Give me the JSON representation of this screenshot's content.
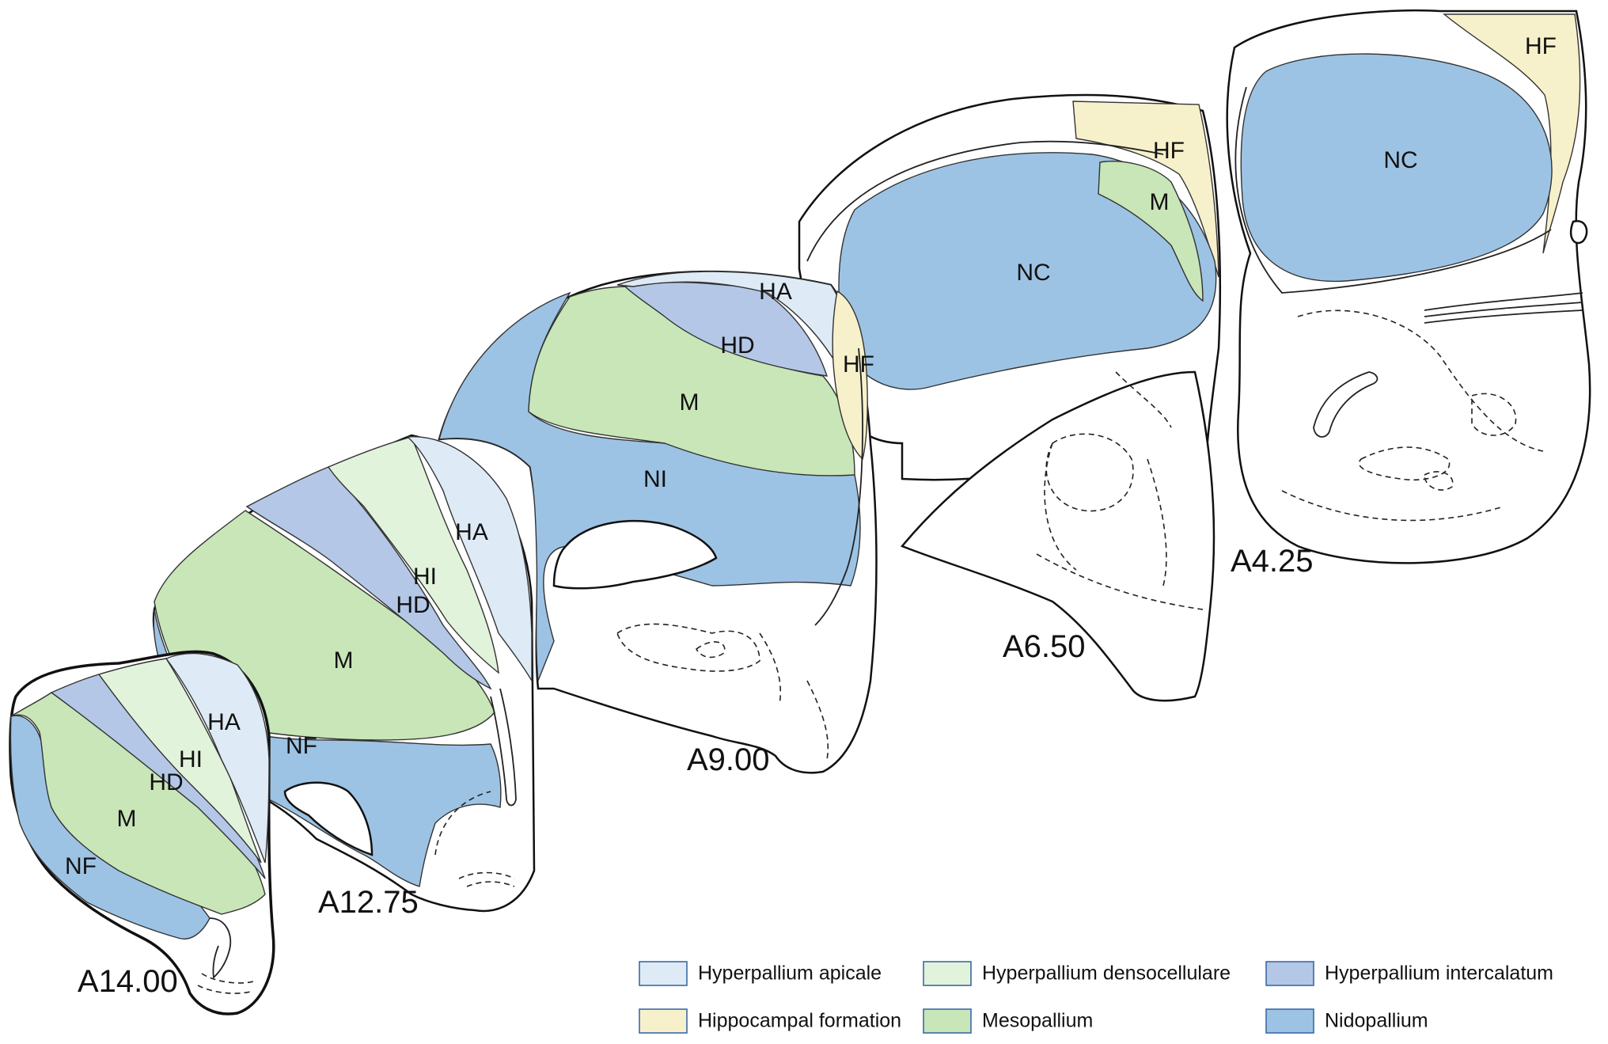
{
  "colors": {
    "HA": "#deebf6",
    "HD": "#e2f3db",
    "HI": "#b4c7e6",
    "HF": "#f7f1cb",
    "M": "#c8e6b8",
    "N": "#9dc3e4"
  },
  "sections": {
    "a14": "A14.00",
    "a1275": "A12.75",
    "a900": "A9.00",
    "a650": "A6.50",
    "a425": "A4.25"
  },
  "regions": {
    "ha": "HA",
    "hi": "HI",
    "hd": "HD",
    "hf": "HF",
    "m": "M",
    "nf": "NF",
    "ni": "NI",
    "nc": "NC"
  },
  "legend": [
    {
      "label": "Hyperpallium apicale",
      "color": "#deebf6"
    },
    {
      "label": "Hyperpallium densocellulare",
      "color": "#e2f3db"
    },
    {
      "label": "Hyperpallium intercalatum",
      "color": "#b4c7e6"
    },
    {
      "label": "Hippocampal formation",
      "color": "#f7f1cb"
    },
    {
      "label": "Mesopallium",
      "color": "#c8e6b8"
    },
    {
      "label": "Nidopallium",
      "color": "#9dc3e4"
    }
  ]
}
